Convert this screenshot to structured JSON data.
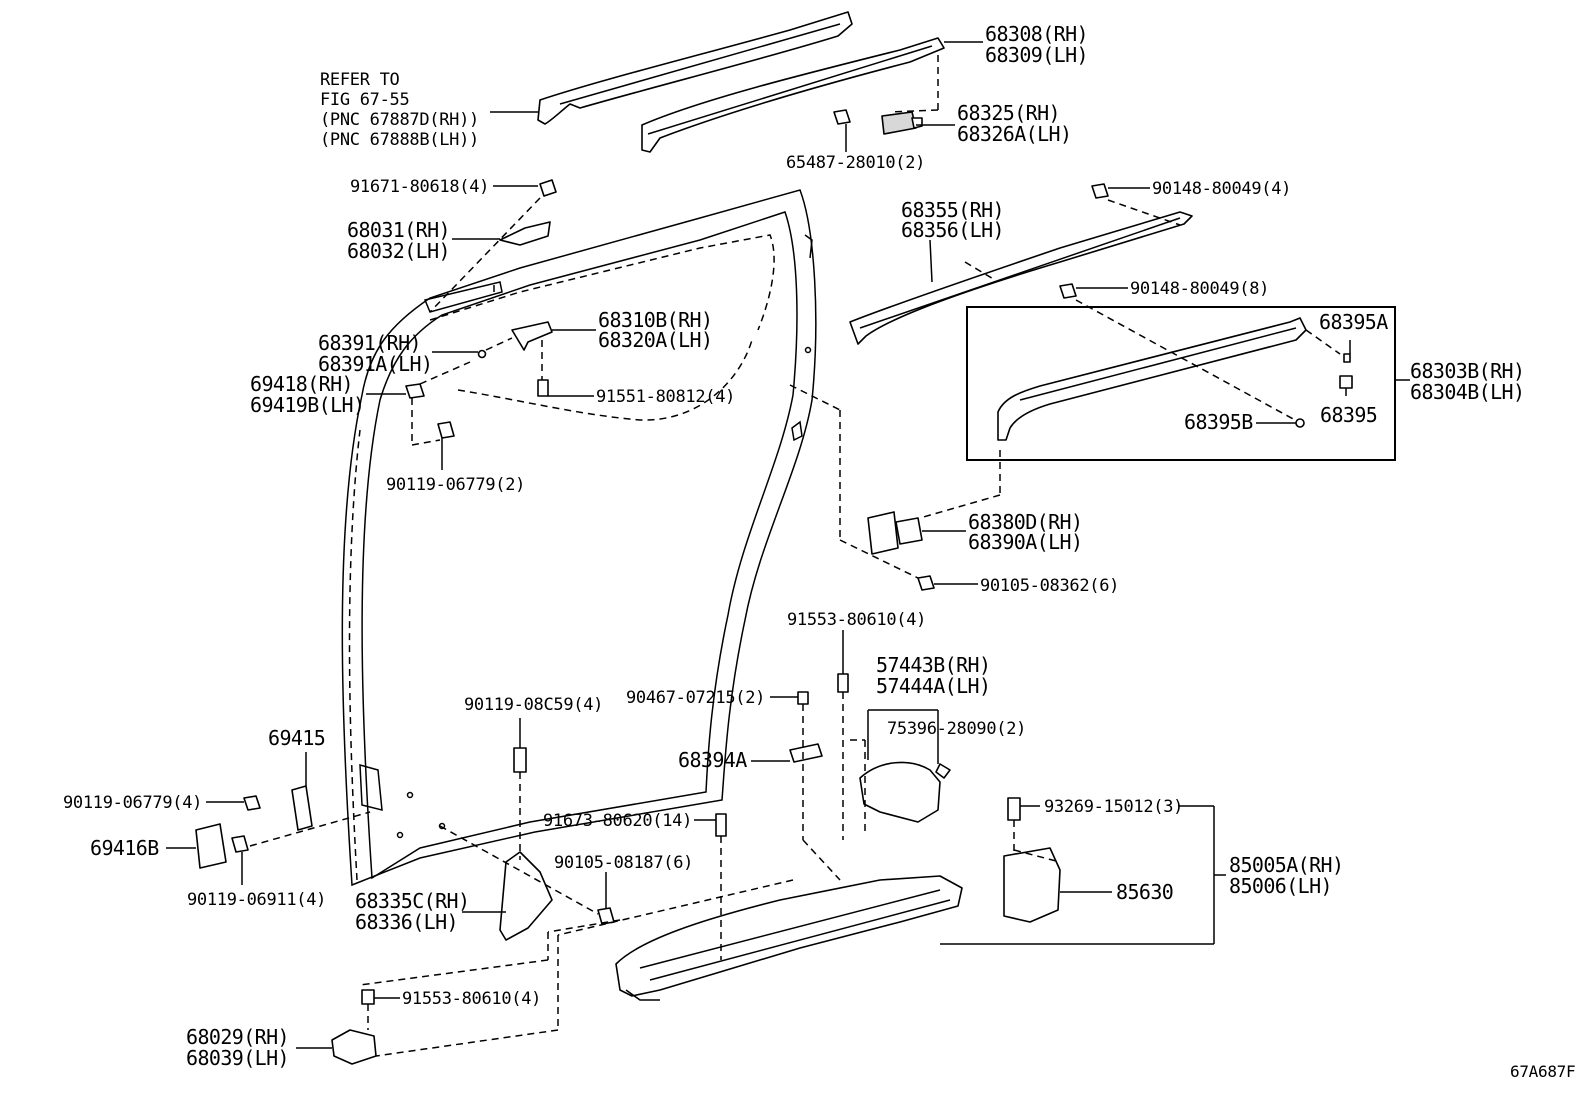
{
  "diagram_id": "67A687F",
  "refer_note": {
    "line1": "REFER TO",
    "line2": "FIG 67-55",
    "line3": "(PNC 67887D(RH))",
    "line4": "(PNC 67888B(LH))"
  },
  "callouts": {
    "p68308": "68308(RH)",
    "p68309": "68309(LH)",
    "p68325": "68325(RH)",
    "p68326A": "68326A(LH)",
    "p65487": "65487-28010(2)",
    "p91671": "91671-80618(4)",
    "p68031": "68031(RH)",
    "p68032": "68032(LH)",
    "p90148a": "90148-80049(4)",
    "p68355": "68355(RH)",
    "p68356": "68356(LH)",
    "p90148b": "90148-80049(8)",
    "p68395A": "68395A",
    "p68303B": "68303B(RH)",
    "p68304B": "68304B(LH)",
    "p68395": "68395",
    "p68395B": "68395B",
    "p68310B": "68310B(RH)",
    "p68320A": "68320A(LH)",
    "p68391": "68391(RH)",
    "p68391A": "68391A(LH)",
    "p69418": "69418(RH)",
    "p69419B": "69419B(LH)",
    "p91551": "91551-80812(4)",
    "p90119a": "90119-06779(2)",
    "p68380D": "68380D(RH)",
    "p68390A": "68390A(LH)",
    "p90105a": "90105-08362(6)",
    "p91553a": "91553-80610(4)",
    "p57443B": "57443B(RH)",
    "p57444A": "57444A(LH)",
    "p90467": "90467-07215(2)",
    "p75396": "75396-28090(2)",
    "p90119b": "90119-08C59(4)",
    "p69415": "69415",
    "p68394A": "68394A",
    "p90119c": "90119-06779(4)",
    "p69416B": "69416B",
    "p91673": "91673-80620(14)",
    "p90105b": "90105-08187(6)",
    "p90119d": "90119-06911(4)",
    "p68335C": "68335C(RH)",
    "p68336": "68336(LH)",
    "p93269": "93269-15012(3)",
    "p85005A": "85005A(RH)",
    "p85006": "85006(LH)",
    "p85630": "85630",
    "p91553b": "91553-80610(4)",
    "p68029": "68029(RH)",
    "p68039": "68039(LH)"
  }
}
